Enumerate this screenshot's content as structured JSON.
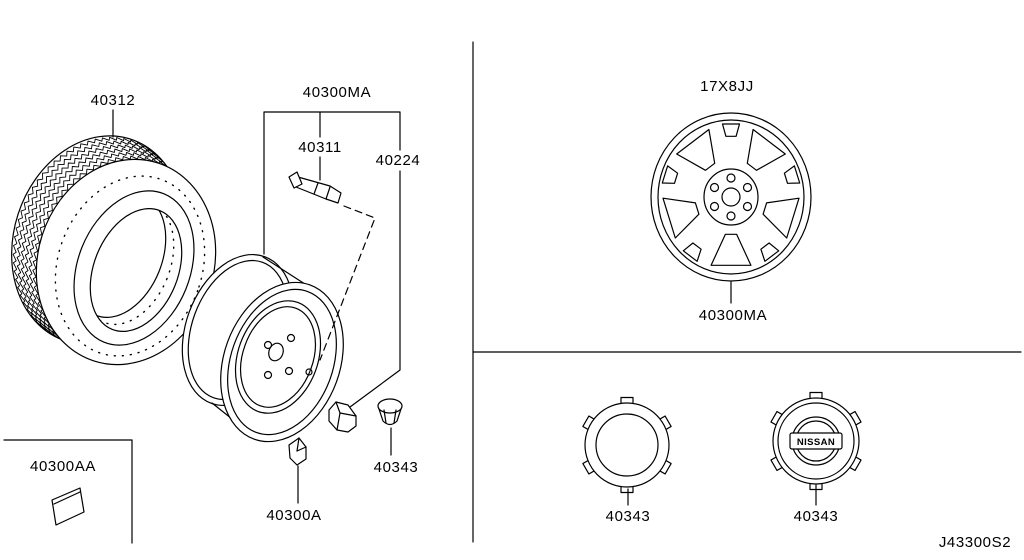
{
  "figure_code": "J43300S2",
  "tire": {
    "part_no": "40312"
  },
  "road_wheel_assy": {
    "part_no": "40300MA"
  },
  "valve": {
    "part_no": "40311"
  },
  "wheel_nut": {
    "part_no": "40224"
  },
  "balance_weight_clip": {
    "part_no": "40300A"
  },
  "balance_weight_adhesive": {
    "part_no": "40300AA"
  },
  "small_cap": {
    "part_no": "40343"
  },
  "alloy_wheel": {
    "size": "17X8JJ",
    "part_no": "40300MA"
  },
  "center_caps": [
    {
      "part_no": "40343"
    },
    {
      "part_no": "40343",
      "logo_text": "NISSAN"
    }
  ],
  "colors": {
    "line": "#000000",
    "background": "#ffffff"
  }
}
